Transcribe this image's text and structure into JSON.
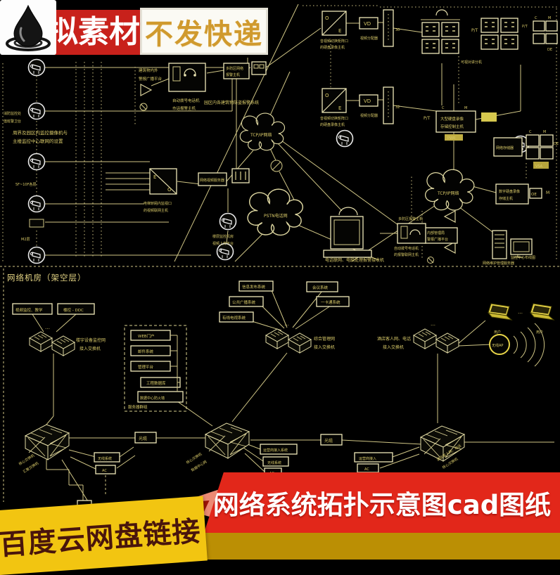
{
  "overlay": {
    "brand": "拟素材",
    "no_express": "不发快递",
    "title_banner": "网络系统拓扑示意图cad图纸",
    "baidu_banner": "百度云网盘链接"
  },
  "colors": {
    "cad_line": "#cfc585",
    "cad_text": "#d8c968",
    "banner_red": "#e2271a",
    "banner_gold": "#bb8f04",
    "baidu_yellow": "#f2c511",
    "no_express_gold": "#d09a2e"
  },
  "top": {
    "captions": {
      "t1": "消防监控处",
      "t2": "值班警卫台",
      "t3": "周界及园区内监控摄像机与",
      "t4": "主楼监控中心联网的设置",
      "t5": "5F~10F各层",
      "t6": "M2层",
      "t7": "建筑物内外",
      "t8": "警报广播平台",
      "t9": "自动拨号电话机",
      "t10": "市话报警主机",
      "t11a": "多防区网络",
      "t11b": "报警主机",
      "t12": "园区内各建筑物防盗报警系统",
      "t13": "网络视频服务器",
      "t14": "视频分配器",
      "t16a": "音视频切换矩阵口",
      "t16b": "的硬盘录像主机",
      "t18a": "电梯轿厢内监视口",
      "t18b": "的视频联网主机",
      "t20a": "楼层监控机房",
      "t20b": "视频上传平台",
      "cloud1": "TCP/IP网络",
      "cloud2": "PSTN电话网",
      "cloud3": "TCP/IP网络",
      "t23": "电话联网、电脑处理报警接收机",
      "t24": "可视对讲分机",
      "t27a": "大型硬盘录像",
      "t27b": "存储控制主机",
      "t28": "网络存储器",
      "t30a": "数字硬盘录像",
      "t30b": "存储主机",
      "t32a": "内部管理局",
      "t32b": "警报广播平台",
      "t33": "网络维护管理服务器",
      "t34": "监控中心布线图",
      "t35": "多防区报警主机",
      "t36a": "自动拨号电话机",
      "t36b": "的报警联网主机",
      "pt": "P/T",
      "c": "C",
      "m": "M",
      "de": "DE",
      "oe": "OE",
      "e": "E",
      "o": "O",
      "vd": "VD",
      "pwr": "PWR",
      "vsa": "VSA",
      "num30": "30",
      "num32": "32"
    }
  },
  "bottom": {
    "title": "网络机房（架空层）",
    "boxes": {
      "b1": "视频监控、教学",
      "b2": "楼控 - DDC",
      "c1": "信息发布系统",
      "c2": "公共广播系统",
      "c3": "有线电视系统",
      "c4": "会议系统",
      "c5": "一卡通系统",
      "s1": "WEB门户",
      "s2": "邮件系统",
      "s3": "管理平台",
      "s4": "工程数据库",
      "s5": "数据中心防火墙",
      "lb1": "无线系统",
      "lb2": "AC",
      "ccb1": "运营商接入系统",
      "ccb2": "无线系统",
      "ccb3": "AC",
      "rb1": "运营商接入",
      "rb2": "AC",
      "fiber1": "光缆",
      "fiber2": "光缆"
    },
    "captions": {
      "sg": "服务器群组",
      "l1a": "楼宇设备监控网",
      "l1b": "接入交换机",
      "c1a": "综合管理网",
      "c1b": "接入交换机",
      "r1a": "酒店客人网、电话",
      "r1b": "接入交换机",
      "lc1": "核心交换机",
      "lc2": "汇聚交换机",
      "cc1": "核心交换机",
      "cc2": "数据中心网",
      "rc1": "酒店客人网、电话",
      "rc2": "核心交换机",
      "user1": "用户",
      "user2": "用户",
      "ap": "无线AP",
      "dots": "…"
    }
  }
}
